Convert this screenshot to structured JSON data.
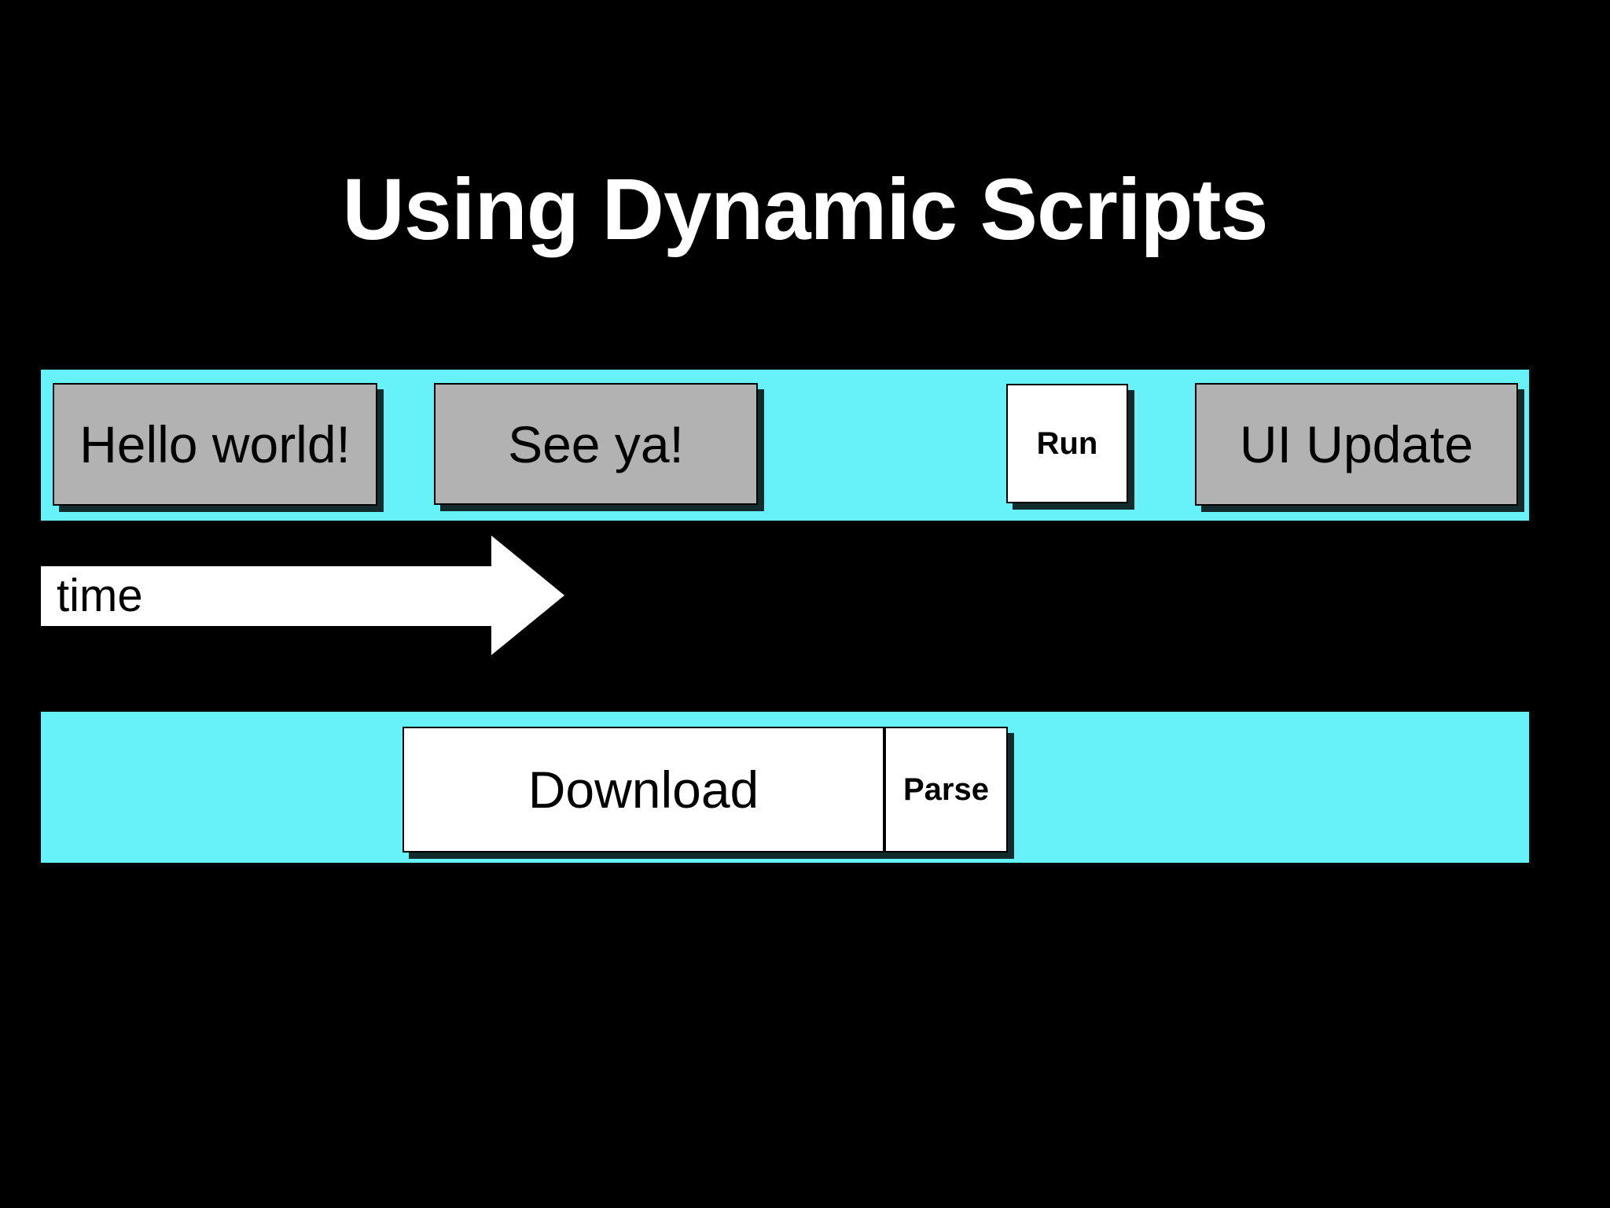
{
  "title": "Using Dynamic Scripts",
  "colors": {
    "background": "#000000",
    "timeline_bar": "#66F2F8",
    "block_gray": "#B2B2B2",
    "block_white": "#FFFFFF",
    "title_text": "#FFFFFF",
    "block_text": "#000000"
  },
  "main_timeline": {
    "blocks": [
      {
        "label": "Hello world!",
        "style": "gray"
      },
      {
        "label": "See ya!",
        "style": "gray"
      },
      {
        "label": "Run",
        "style": "white"
      },
      {
        "label": "UI Update",
        "style": "gray"
      }
    ]
  },
  "time_arrow": {
    "label": "time"
  },
  "background_timeline": {
    "blocks": [
      {
        "label": "Download",
        "style": "white"
      },
      {
        "label": "Parse",
        "style": "white"
      }
    ]
  }
}
